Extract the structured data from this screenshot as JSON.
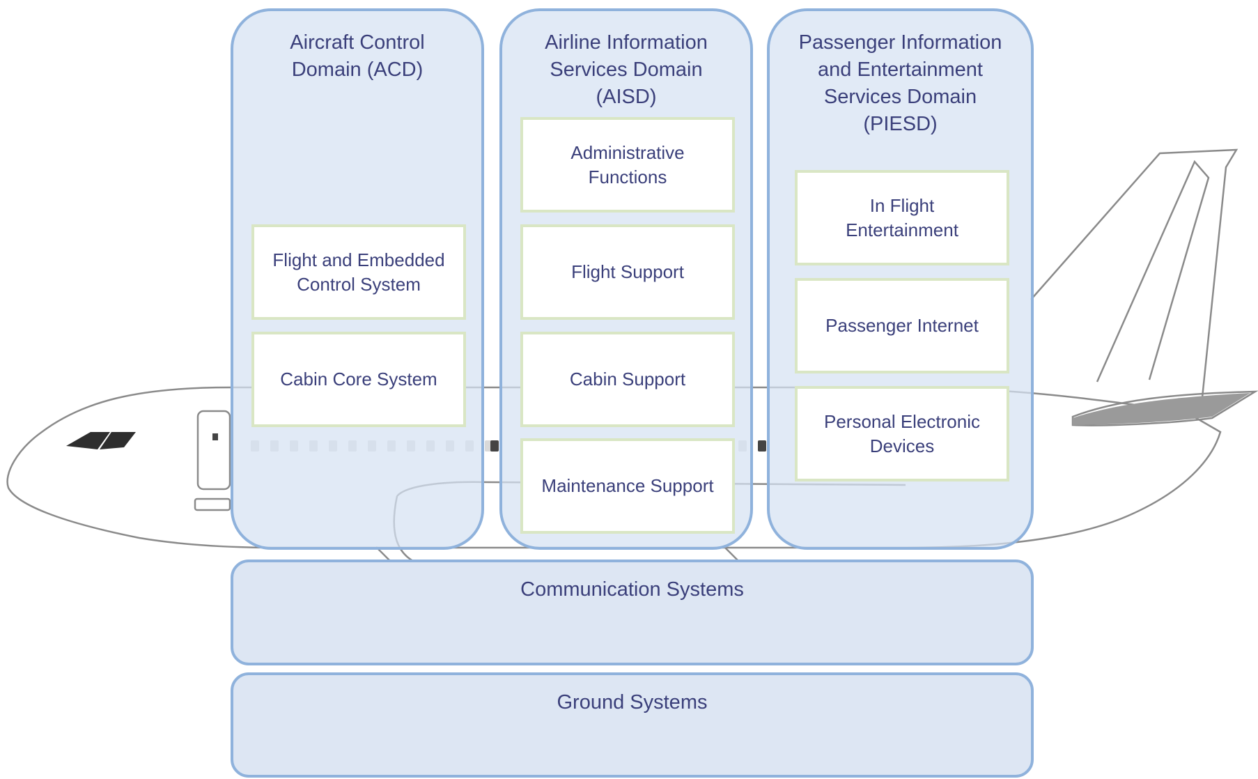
{
  "domains": {
    "acd": {
      "title": "Aircraft Control\nDomain (ACD)",
      "functions": [
        "Flight and Embedded\nControl System",
        "Cabin Core System"
      ]
    },
    "aisd": {
      "title": "Airline Information\nServices Domain\n(AISD)",
      "functions": [
        "Administrative\nFunctions",
        "Flight Support",
        "Cabin Support",
        "Maintenance Support"
      ]
    },
    "piesd": {
      "title": "Passenger Information\nand Entertainment\nServices Domain\n(PIESD)",
      "functions": [
        "In Flight\nEntertainment",
        "Passenger  Internet",
        "Personal Electronic\nDevices"
      ]
    }
  },
  "bands": {
    "communication": "Communication Systems",
    "ground": "Ground Systems"
  },
  "colors": {
    "domain_border": "#8fb2dc",
    "domain_fill": "#d6e2f2",
    "function_border": "#d9e6c4",
    "text": "#3a3f7a"
  }
}
